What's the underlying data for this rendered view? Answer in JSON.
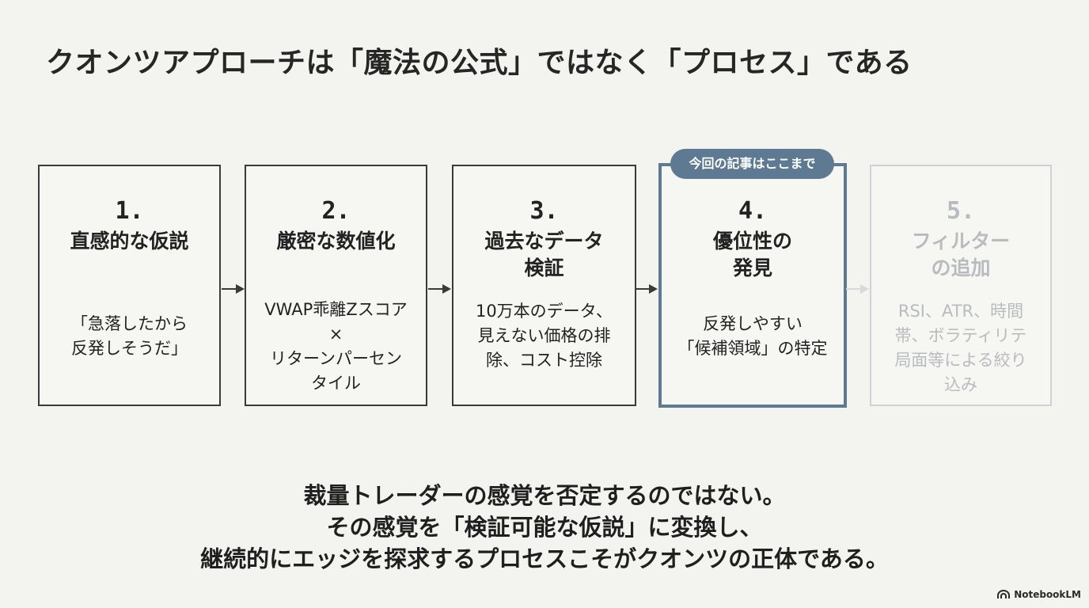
{
  "title": "クオンツアプローチは「魔法の公式」ではなく「プロセス」である",
  "badge": "今回の記事はここまで",
  "steps": [
    {
      "number": "1.",
      "title_lines": [
        "直感的な仮説"
      ],
      "desc_lines": [
        "「急落したから",
        "反発しそうだ」"
      ]
    },
    {
      "number": "2.",
      "title_lines": [
        "厳密な数値化"
      ],
      "desc_lines": [
        "VWAP乖離Zスコア",
        "×",
        "リターンパーセン",
        "タイル"
      ]
    },
    {
      "number": "3.",
      "title_lines": [
        "過去なデータ",
        "検証"
      ],
      "desc_lines": [
        "10万本のデータ、",
        "見えない価格の排",
        "除、コスト控除"
      ]
    },
    {
      "number": "4.",
      "title_lines": [
        "優位性の",
        "発見"
      ],
      "desc_lines": [
        "反発しやすい",
        "「候補領域」の特定"
      ]
    },
    {
      "number": "5.",
      "title_lines": [
        "フィルター",
        "の追加"
      ],
      "desc_lines": [
        "RSI、ATR、時間",
        "帯、ボラティリテ",
        "局面等による絞り",
        "込み"
      ]
    }
  ],
  "conclusion_lines": [
    "裁量トレーダーの感覚を否定するのではない。",
    "その感覚を「検証可能な仮説」に変換し、",
    "継続的にエッジを探求するプロセスこそがクオンツの正体である。"
  ],
  "brand": "NotebookLM",
  "colors": {
    "background": "#f3f3ef",
    "border": "#3a3a3a",
    "accent": "#5d7a92",
    "faded": "#cfd2d4"
  },
  "icons": {
    "arrow": "arrow-right-icon",
    "brand": "notebooklm-logo-icon"
  }
}
